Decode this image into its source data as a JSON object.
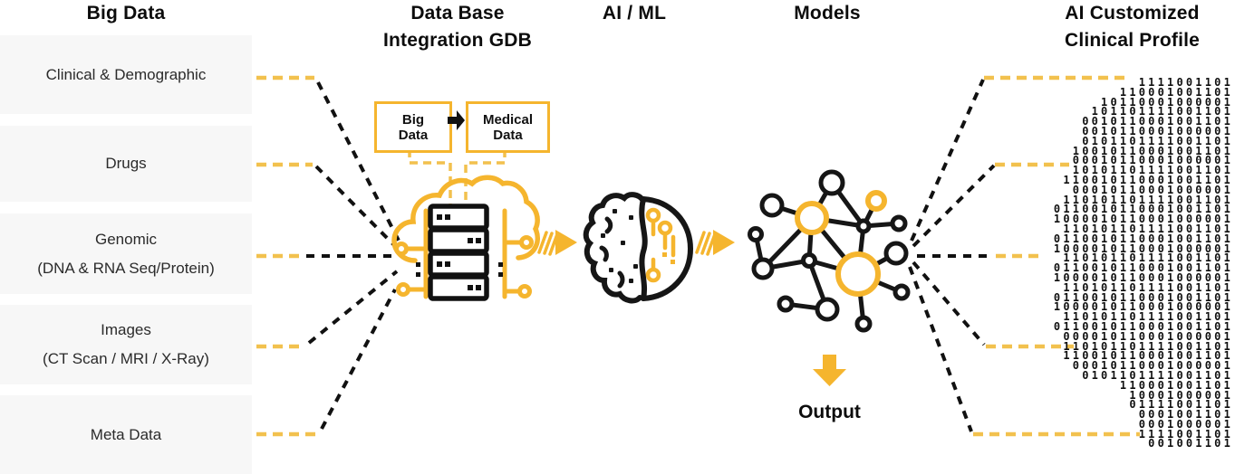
{
  "titles": {
    "big_data": "Big Data",
    "database_line1": "Data Base",
    "database_line2": "Integration GDB",
    "ai_ml": "AI / ML",
    "models": "Models",
    "profile_line1": "AI Customized",
    "profile_line2": "Clinical Profile"
  },
  "big_data_items": [
    {
      "line1": "Clinical & Demographic",
      "line2": ""
    },
    {
      "line1": "Drugs",
      "line2": ""
    },
    {
      "line1": "Genomic",
      "line2": "(DNA & RNA Seq/Protein)"
    },
    {
      "line1": "Images",
      "line2": "(CT Scan / MRI / X-Ray)"
    },
    {
      "line1": "Meta Data",
      "line2": ""
    }
  ],
  "flow_boxes": {
    "source_line1": "Big",
    "source_line2": "Data",
    "target_line1": "Medical",
    "target_line2": "Data"
  },
  "output_label": "Output",
  "icons": [
    "cloud-server-database-icon",
    "brain-circuit-ai-icon",
    "network-graph-model-icon",
    "striped-flow-arrow-icon",
    "black-flow-arrow-icon",
    "output-down-arrow-icon"
  ],
  "colors": {
    "accent_yellow": "#F5B52E",
    "dash_yellow": "#F2C14E",
    "line_black": "#111111",
    "item_bg": "#F7F7F7"
  },
  "binary_rows": [
    "1111001101",
    "110001001101",
    "10110001000001",
    "101101111001101",
    "0010110001001101",
    "0010110001000001",
    "0101101111001101",
    "10010110001001101",
    "00010110001000001",
    "10101101111001101",
    "110010110001001101",
    "00010110001000001",
    "110101101111001101",
    "0110010110001001101",
    "1000010110001000001",
    "110101101111001101",
    "0110010110001001101",
    "1000010110001000001",
    "110101101111001101",
    "0110010110001001101",
    "1000010110001000001",
    "110101101111001101",
    "0110010110001001101",
    "1000010110001000001",
    "110101101111001101",
    "0110010110001001101",
    "000010110001000001",
    "110101101111001101",
    "110010110001001101",
    "00010110001000001",
    "0101101111001101",
    "110001001101",
    "10001000001",
    "01111001101",
    "0001001101",
    "0001000001",
    "1111001101",
    "001001101"
  ]
}
